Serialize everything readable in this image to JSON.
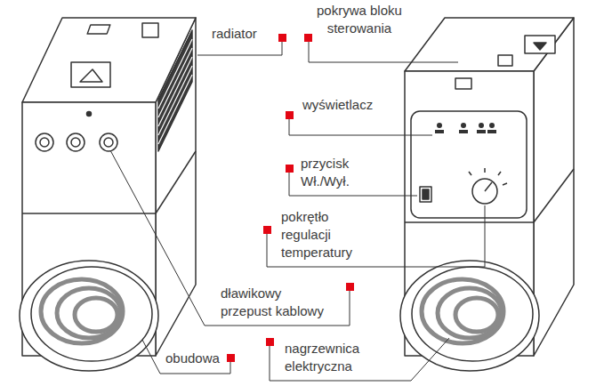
{
  "diagram": {
    "labels": [
      "pokrywa bloku sterowania",
      "radiator",
      "wyświetlacz",
      "przycisk Wł./Wył.",
      "pokrętło regulacji temperatury",
      "dławikowy przepust kablowy",
      "obudowa",
      "nagrzewnica elektryczna"
    ]
  }
}
